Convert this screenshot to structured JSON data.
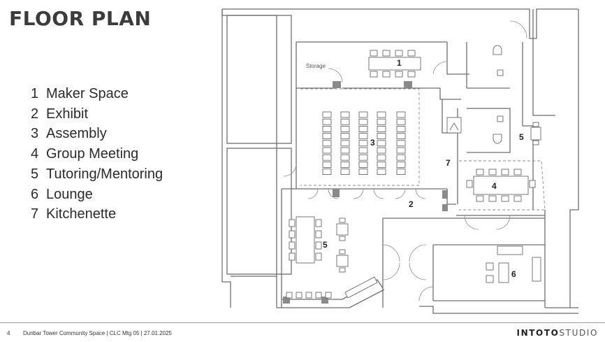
{
  "title": "FLOOR PLAN",
  "legend": [
    {
      "num": "1",
      "label": "Maker Space"
    },
    {
      "num": "2",
      "label": "Exhibit"
    },
    {
      "num": "3",
      "label": "Assembly"
    },
    {
      "num": "4",
      "label": "Group Meeting"
    },
    {
      "num": "5",
      "label": "Tutoring/Mentoring"
    },
    {
      "num": "6",
      "label": "Lounge"
    },
    {
      "num": "7",
      "label": "Kitchenette"
    }
  ],
  "plan": {
    "storage_label": "Storage",
    "room_numbers": {
      "maker_space": "1",
      "exhibit": "2",
      "assembly": "3",
      "group_meeting": "4",
      "tutoring_right": "5",
      "tutoring_left": "5",
      "lounge": "6",
      "kitchenette": "7"
    }
  },
  "footer": {
    "page_number": "4",
    "text": "Dunbar Tower Community Space | CLC Mtg 05 | 27.01.2025",
    "brand_bold": "INTOTO",
    "brand_light": "STUDIO"
  },
  "colors": {
    "wall": "#6e6e6e",
    "wall_fill": "#ffffff",
    "furniture": "#555555",
    "dashed": "#888888"
  }
}
